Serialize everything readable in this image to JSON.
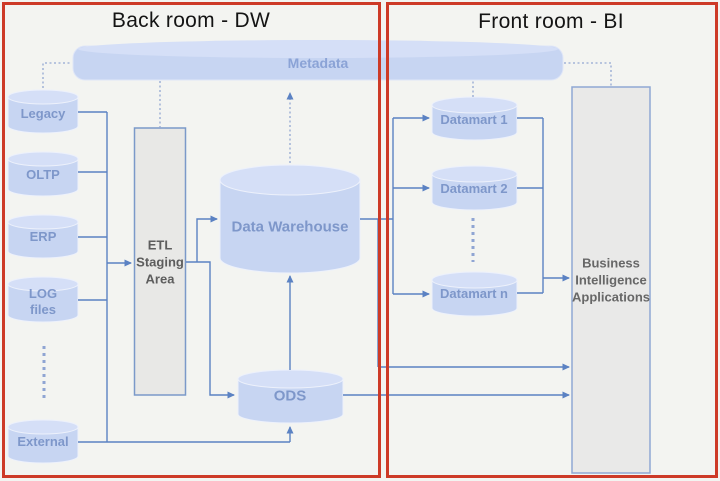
{
  "diagram": {
    "back_room": {
      "title": "Back room - DW",
      "sources": [
        {
          "label": "Legacy"
        },
        {
          "label": "OLTP"
        },
        {
          "label": "ERP"
        },
        {
          "label": "LOG\nfiles"
        },
        {
          "label": "External"
        }
      ],
      "etl": {
        "label": "ETL\nStaging\nArea"
      },
      "data_warehouse": {
        "label": "Data Warehouse"
      },
      "ods": {
        "label": "ODS"
      }
    },
    "front_room": {
      "title": "Front room - BI",
      "datamarts": [
        {
          "label": "Datamart 1"
        },
        {
          "label": "Datamart 2"
        },
        {
          "label": "Datamart n"
        }
      ],
      "bi_applications": {
        "label": "Business\nIntelligence\nApplications"
      }
    },
    "metadata": {
      "label": "Metadata"
    }
  },
  "colors": {
    "room_border": "#cd3a27",
    "connector": "#5b82c3",
    "dotted_connector": "#93a7d2",
    "cylinder_fill": "#c7d5f2",
    "cylinder_top": "#d5dff7",
    "node_label": "#7e97ca",
    "process_fill": "#e8e8e6",
    "process_border": "#7b99c9",
    "process_label": "#5d5d5d",
    "background": "#f3f4f1"
  }
}
